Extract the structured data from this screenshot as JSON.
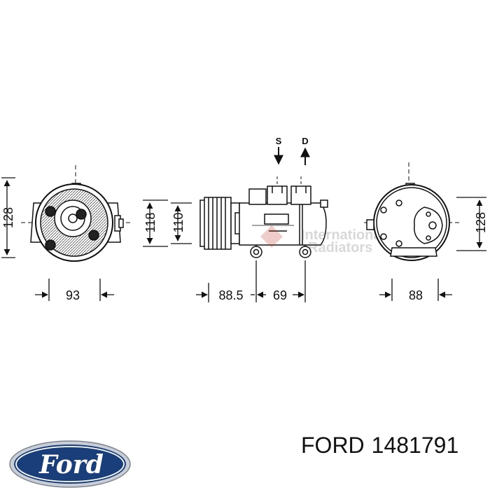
{
  "dimensions": {
    "front_height": "128",
    "front_width": "93",
    "side_height_outer": "118",
    "side_height_inner": "110",
    "side_length_a": "88.5",
    "side_length_b": "69",
    "rear_height": "128",
    "rear_width": "88"
  },
  "ports": {
    "suction": "S",
    "discharge": "D"
  },
  "watermark": {
    "line1": "International",
    "line2": "Radiators"
  },
  "logo": {
    "text": "Ford",
    "colors": {
      "oval": "#1a3e7a",
      "rim": "#c9ced6",
      "text": "#ffffff"
    }
  },
  "part": {
    "brand": "FORD",
    "number": "1481791"
  }
}
